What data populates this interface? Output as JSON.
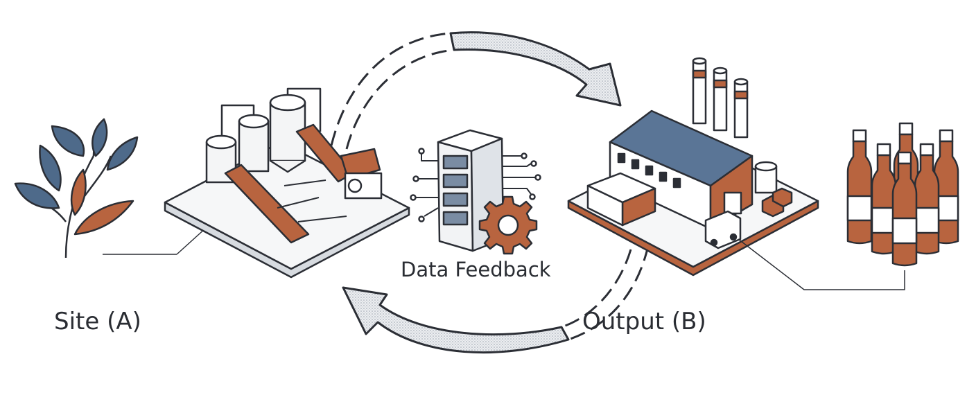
{
  "labels": {
    "site": "Site (A)",
    "output": "Output (B)",
    "data_feedback": "Data Feedback"
  },
  "colors": {
    "ink": "#2b2e35",
    "slate_blue": "#4e6a8a",
    "rust": "#b8643f",
    "paper": "#ffffff",
    "light_gray": "#e4e7eb"
  },
  "icons": [
    "tea-plant-icon",
    "processing-plant-icon",
    "server-gear-icon",
    "factory-icon",
    "bottles-icon",
    "loop-arrow-icon"
  ]
}
